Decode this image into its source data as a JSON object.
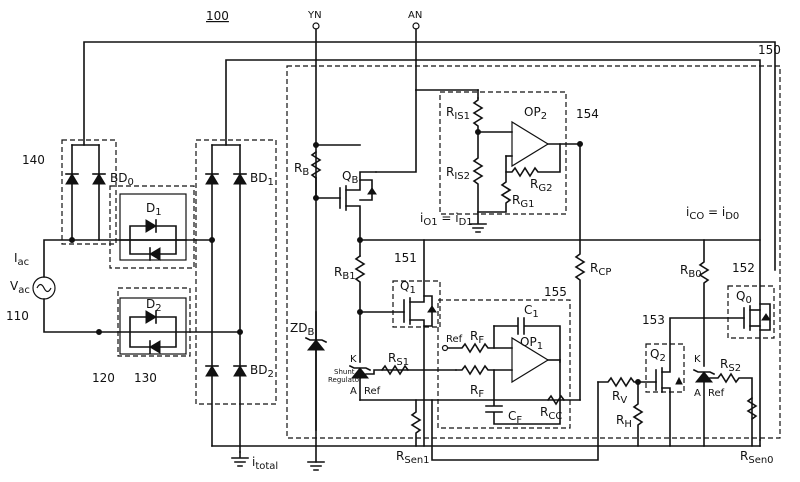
{
  "figure_number": "100",
  "terminals": {
    "yn": "YN",
    "an": "AN"
  },
  "blocks": {
    "b140": "140",
    "b150": "150",
    "b154": "154",
    "b155": "155",
    "b151": "151",
    "b152": "152",
    "b153": "153",
    "b110": "110",
    "b120": "120",
    "b130": "130"
  },
  "source": {
    "current": "I",
    "current_sub": "ac",
    "voltage": "V",
    "voltage_sub": "ac"
  },
  "bridges": {
    "bd0": "BD",
    "bd0_sub": "0",
    "bd1": "BD",
    "bd1_sub": "1",
    "bd2": "BD",
    "bd2_sub": "2",
    "d1": "D",
    "d1_sub": "1",
    "d2": "D",
    "d2_sub": "2"
  },
  "components": {
    "rb": "R",
    "rb_sub": "B",
    "qb": "Q",
    "qb_sub": "B",
    "rb1": "R",
    "rb1_sub": "B1",
    "zdb": "ZD",
    "zdb_sub": "B",
    "q1": "Q",
    "q1_sub": "1",
    "ris1": "R",
    "ris1_sub": "IS1",
    "ris2": "R",
    "ris2_sub": "IS2",
    "op2": "OP",
    "op2_sub": "2",
    "rg2": "R",
    "rg2_sub": "G2",
    "rg1": "R",
    "rg1_sub": "G1",
    "io1_main": "i",
    "io1_sub": "O1",
    "io1_eq": " = i",
    "io1_sub2": "D1",
    "io0_main": "i",
    "io0_sub": "CO",
    "io0_eq": " = i",
    "io0_sub2": "D0",
    "rcp": "R",
    "rcp_sub": "CP",
    "rb0": "R",
    "rb0_sub": "B0",
    "q0": "Q",
    "q0_sub": "0",
    "c1": "C",
    "c1_sub": "1",
    "ref_in": "Ref",
    "rf_top": "R",
    "rf_top_sub": "F",
    "op1": "OP",
    "op1_sub": "1",
    "rf_bot": "R",
    "rf_bot_sub": "F",
    "cf": "C",
    "cf_sub": "F",
    "rcc": "R",
    "rcc_sub": "CC",
    "rs1": "R",
    "rs1_sub": "S1",
    "shunt_line1": "Shunt",
    "shunt_line2": "Regulator",
    "k1": "K",
    "a1": "A",
    "ref1": "Ref",
    "q2": "Q",
    "q2_sub": "2",
    "rv": "R",
    "rv_sub": "V",
    "rh": "R",
    "rh_sub": "H",
    "k2": "K",
    "a2": "A",
    "ref2": "Ref",
    "rs2": "R",
    "rs2_sub": "S2",
    "rsen1": "R",
    "rsen1_sub": "Sen1",
    "rsen0": "R",
    "rsen0_sub": "Sen0",
    "itotal": "i",
    "itotal_sub": "total"
  }
}
